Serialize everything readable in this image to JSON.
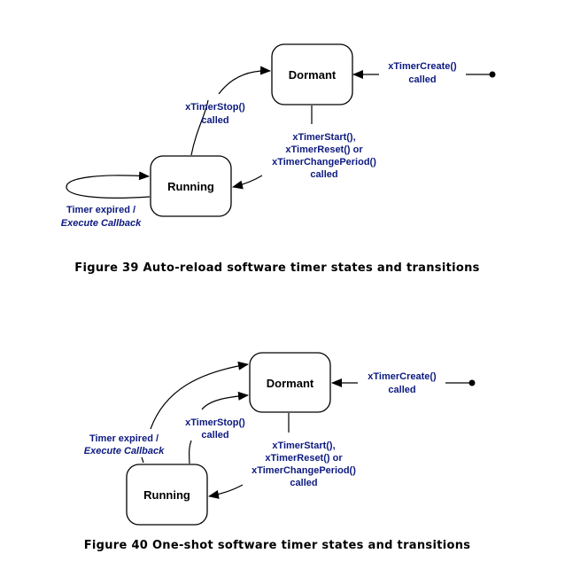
{
  "figure39": {
    "states": {
      "dormant": "Dormant",
      "running": "Running"
    },
    "transitions": {
      "create_line1": "xTimerCreate()",
      "create_line2": "called",
      "stop_line1": "xTimerStop()",
      "stop_line2": "called",
      "start_line1": "xTimerStart(),",
      "start_line2": "xTimerReset() or",
      "start_line3": "xTimerChangePeriod()",
      "start_line4": "called",
      "expired_line1": "Timer expired /",
      "expired_line2": "Execute Callback"
    },
    "caption": "Figure 39 Auto-reload software timer states and transitions"
  },
  "figure40": {
    "states": {
      "dormant": "Dormant",
      "running": "Running"
    },
    "transitions": {
      "create_line1": "xTimerCreate()",
      "create_line2": "called",
      "stop_line1": "xTimerStop()",
      "stop_line2": "called",
      "start_line1": "xTimerStart(),",
      "start_line2": "xTimerReset() or",
      "start_line3": "xTimerChangePeriod()",
      "start_line4": "called",
      "expired_line1": "Timer expired /",
      "expired_line2": "Execute Callback"
    },
    "caption": "Figure 40 One-shot software timer states and transitions"
  },
  "colors": {
    "label": "#0d1a80",
    "line": "#000000"
  }
}
